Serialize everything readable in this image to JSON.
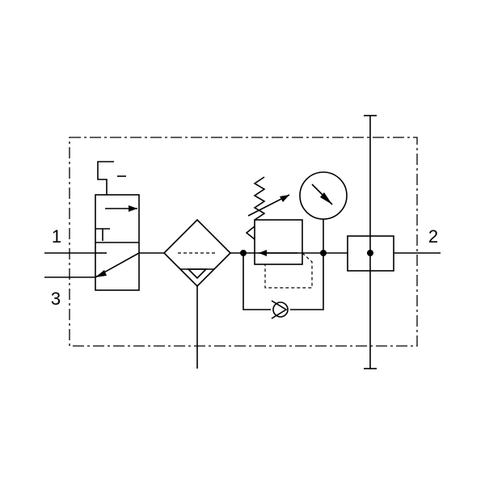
{
  "ports": {
    "inlet": "1",
    "outlet": "2",
    "exhaust": "3"
  }
}
